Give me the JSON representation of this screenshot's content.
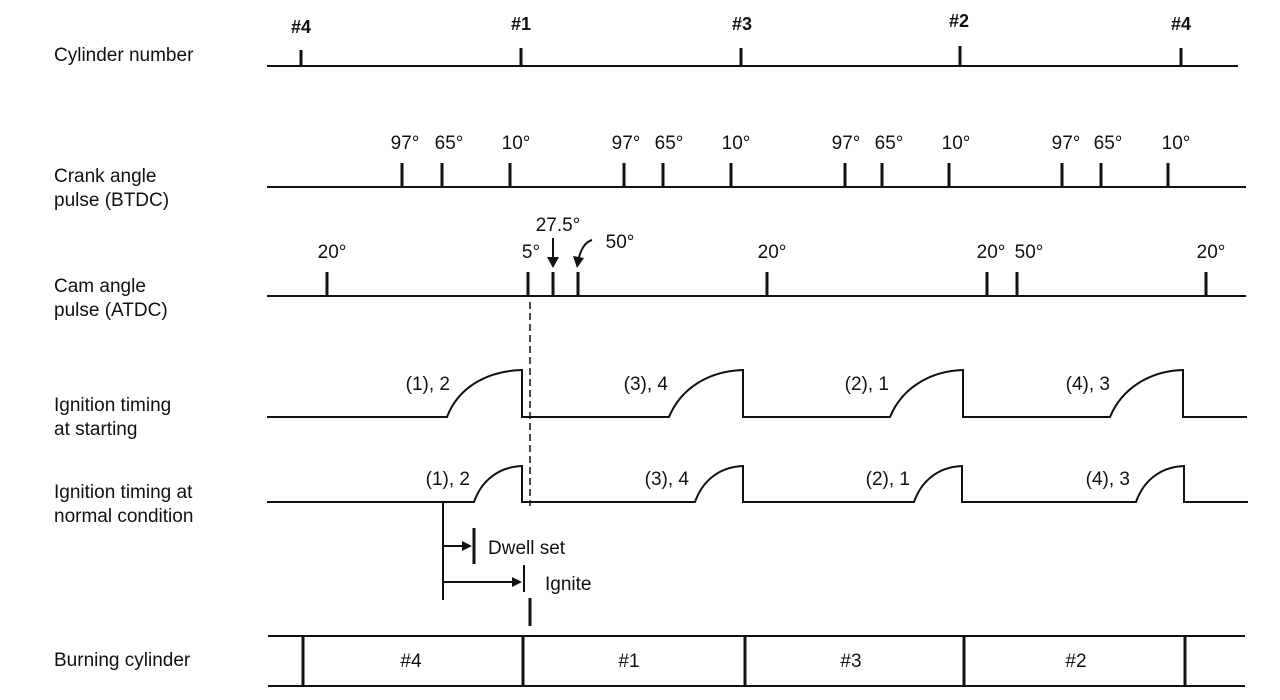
{
  "rows": {
    "cylinder": {
      "label_lines": [
        "Cylinder number"
      ],
      "ticks": [
        "#4",
        "#1",
        "#3",
        "#2",
        "#4"
      ]
    },
    "crank": {
      "label_lines": [
        "Crank angle",
        "pulse (BTDC)"
      ],
      "ticks": [
        "97°",
        "65°",
        "10°",
        "97°",
        "65°",
        "10°",
        "97°",
        "65°",
        "10°",
        "97°",
        "65°",
        "10°"
      ]
    },
    "cam": {
      "label_lines": [
        "Cam angle",
        "pulse (ATDC)"
      ],
      "ticks": [
        "20°",
        "5°",
        "27.5°",
        "50°",
        "20°",
        "20°",
        "50°",
        "20°"
      ]
    },
    "ign_start": {
      "label_lines": [
        "Ignition timing",
        "at starting"
      ],
      "pulses": [
        "(1), 2",
        "(3), 4",
        "(2), 1",
        "(4), 3"
      ]
    },
    "ign_normal": {
      "label_lines": [
        "Ignition timing at",
        "normal condition"
      ],
      "pulses": [
        "(1), 2",
        "(3), 4",
        "(2), 1",
        "(4), 3"
      ],
      "annotations": {
        "dwell": "Dwell set",
        "ignite": "Ignite"
      }
    },
    "burning": {
      "label_lines": [
        "Burning cylinder"
      ],
      "cells": [
        "#4",
        "#1",
        "#3",
        "#2"
      ]
    }
  }
}
